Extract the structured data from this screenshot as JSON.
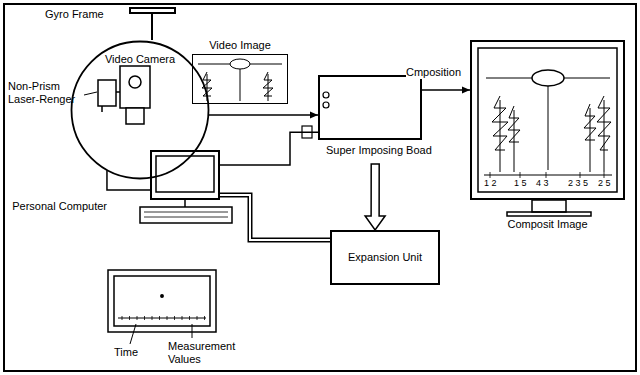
{
  "diagram": {
    "nodes": [
      {
        "text": [
          "Video Camera"
        ]
      },
      {
        "text": [
          "Video Image"
        ]
      },
      {
        "text": [
          "Super Imposing Boad"
        ]
      },
      {
        "text": [
          "Composit Image"
        ]
      },
      {
        "text": [
          "Personal Computer"
        ]
      },
      {
        "text": [
          "Expansion Unit"
        ]
      }
    ],
    "edges": [
      {
        "from": 0,
        "to": 2,
        "arrow": "to"
      },
      {
        "from": 2,
        "to": 3,
        "label": "Cmposition",
        "arrow": "to"
      },
      {
        "from": 4,
        "to": 2,
        "arrow": "none"
      },
      {
        "from": 0,
        "to": 4,
        "arrow": "none"
      },
      {
        "from": 4,
        "to": 5,
        "arrow": "none"
      },
      {
        "from": 2,
        "to": 5,
        "arrow": "to"
      }
    ],
    "labels": [
      "Gyro Frame",
      "Non-Prism Laser-Renger",
      "1 2",
      "1 5",
      "4 3",
      "2 3 5",
      "2 5",
      "Time",
      "Measurement Values"
    ]
  }
}
